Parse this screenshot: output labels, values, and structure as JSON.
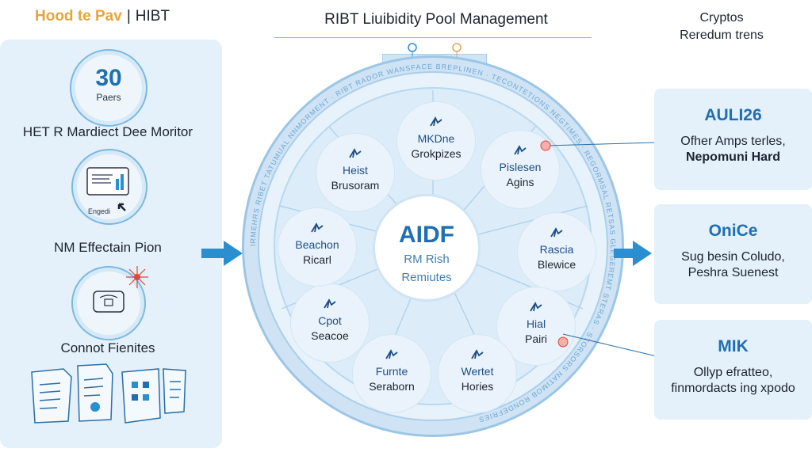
{
  "header": {
    "brand_left": "Hood te Pav",
    "brand_right": "HIBT",
    "main_title": "RIBT Liuibidity Pool Management",
    "right_title_line1": "Cryptos",
    "right_title_line2": "Reredum trens"
  },
  "left": {
    "stat_value": "30",
    "stat_label": "Paers",
    "label1": "HET R Mardiect Dee Moritor",
    "doc_caption": "Engedi",
    "label2": "NM Effectain Pion",
    "label3": "Connot Fienites"
  },
  "wheel": {
    "ring_text": "IRMEHRS RIBET TATUMUAL NNMORMENT · RIBT RADOR WANSFACE BREPLINEN · TECONTETIONS NEGTIMES · REGORMSAL RETSAS GLEGEREMT STERAS · STORSORS NATIMOB RONDEFRIES",
    "hub_title": "AIDF",
    "hub_line1": "RM Rish",
    "hub_line2": "Remiutes",
    "nodes": [
      {
        "line1": "MKDne",
        "line2": "Grokpizes",
        "icon": "crypto-node-icon"
      },
      {
        "line1": "Pislesen",
        "line2": "Agins",
        "icon": "crypto-node-icon"
      },
      {
        "line1": "Rascia",
        "line2": "Blewice",
        "icon": "crypto-node-icon"
      },
      {
        "line1": "Hial",
        "line2": "Pairi",
        "icon": "crypto-node-icon"
      },
      {
        "line1": "Wertet",
        "line2": "Hories",
        "icon": "crypto-node-icon"
      },
      {
        "line1": "Furnte",
        "line2": "Seraborn",
        "icon": "crypto-node-icon"
      },
      {
        "line1": "Cpot",
        "line2": "Seacoe",
        "icon": "crypto-node-icon"
      },
      {
        "line1": "Beachon",
        "line2": "Ricarl",
        "icon": "crypto-node-icon"
      },
      {
        "line1": "Heist",
        "line2": "Brusoram",
        "icon": "crypto-node-icon"
      }
    ]
  },
  "right": {
    "panels": [
      {
        "head": "AULI26",
        "line1": "Ofher Amps terles,",
        "line2": "Nepomuni Hard"
      },
      {
        "head": "OniCe",
        "line1": "Sug besin Coludo,",
        "line2": "Peshra Suenest"
      },
      {
        "head": "MIK",
        "line1": "Ollyp efratteo,",
        "line2": "finmordacts ing xpodo"
      }
    ]
  },
  "colors": {
    "accent_blue": "#1e6fb3",
    "brand_orange": "#e7a53a",
    "arrow_blue": "#2a8fd0",
    "highlight_red": "#e0463a",
    "panel_bg": "#e4f0fa"
  }
}
